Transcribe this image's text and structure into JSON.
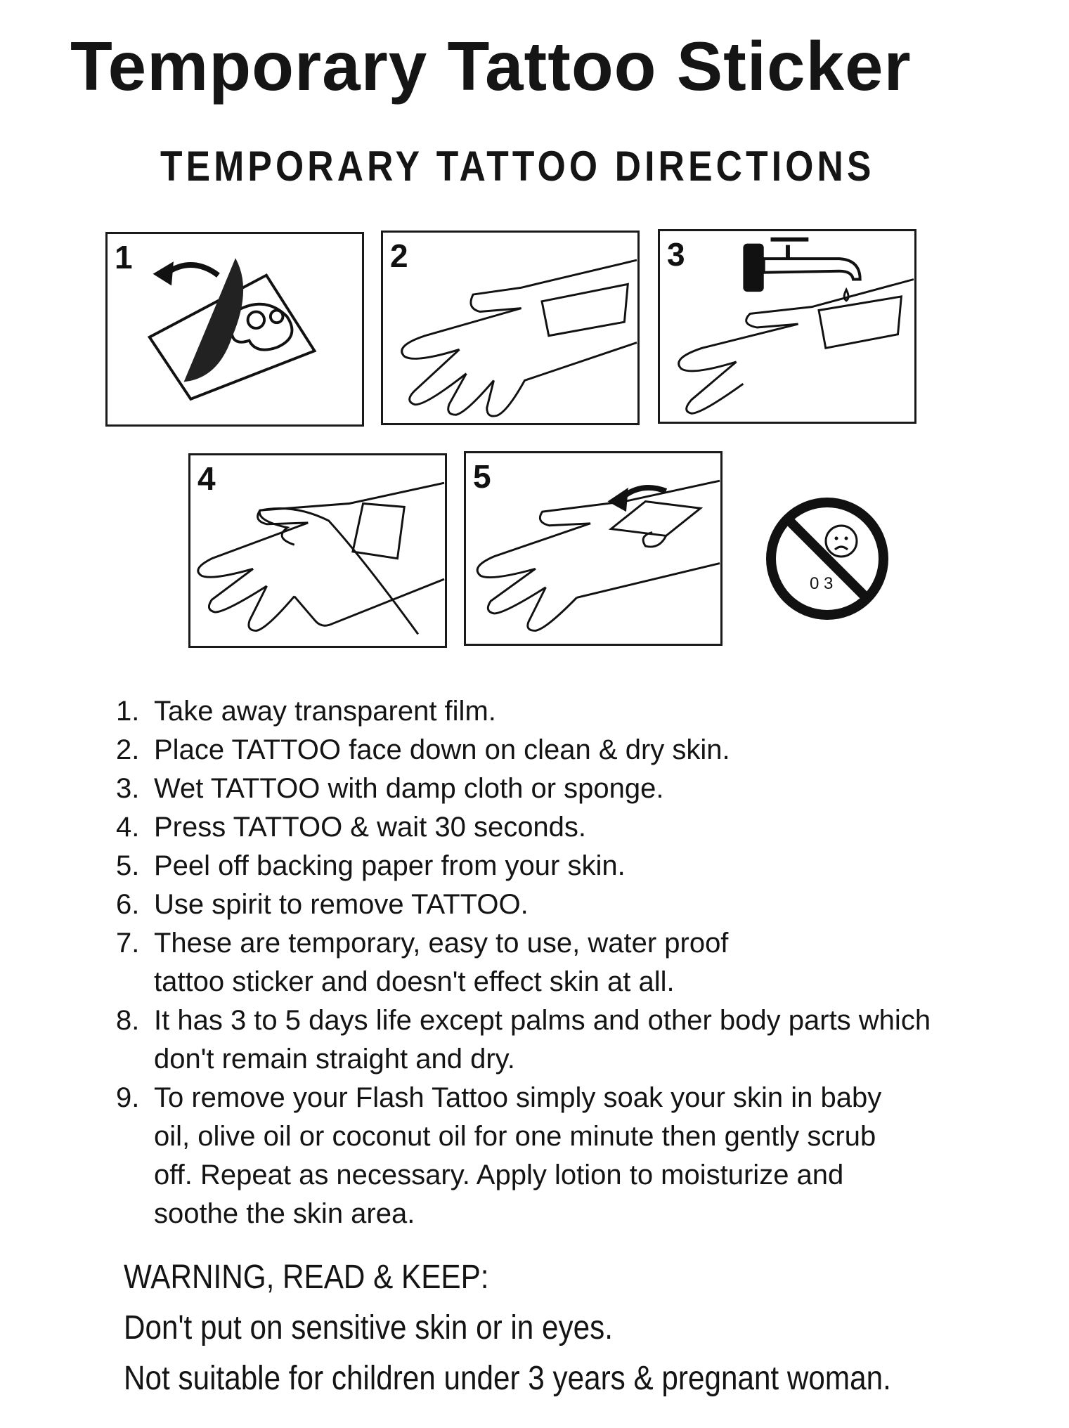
{
  "header": {
    "title": "Temporary Tattoo Sticker",
    "subtitle": "TEMPORARY TATTOO DIRECTIONS"
  },
  "panels": [
    {
      "number": "1",
      "icon": "peel-film-icon"
    },
    {
      "number": "2",
      "icon": "place-on-hand-icon"
    },
    {
      "number": "3",
      "icon": "wet-with-water-icon"
    },
    {
      "number": "4",
      "icon": "press-icon"
    },
    {
      "number": "5",
      "icon": "peel-backing-icon"
    }
  ],
  "age_sign": {
    "text": "0 3",
    "icon": "no-under-3-icon"
  },
  "instructions": [
    {
      "num": "1.",
      "text": "Take away transparent film."
    },
    {
      "num": "2.",
      "text": "Place TATTOO face down on clean & dry skin."
    },
    {
      "num": "3.",
      "text": "Wet TATTOO with damp cloth or sponge."
    },
    {
      "num": "4.",
      "text": "Press TATTOO & wait 30 seconds."
    },
    {
      "num": "5.",
      "text": "Peel off backing paper from your skin."
    },
    {
      "num": "6.",
      "text": "Use spirit to remove TATTOO."
    },
    {
      "num": "7.",
      "text": "These are temporary, easy to use, water proof tattoo sticker and doesn't effect skin at all."
    },
    {
      "num": "8.",
      "text": "It has 3 to 5 days life except palms and other body parts which don't remain straight and dry."
    },
    {
      "num": "9.",
      "text": "To remove your Flash Tattoo simply soak your skin in baby oil, olive oil or coconut oil for one minute then gently scrub off. Repeat as necessary. Apply lotion to moisturize and soothe the skin area."
    }
  ],
  "warning": {
    "heading": "WARNING, READ & KEEP:",
    "line1": "Don't put on sensitive skin or in eyes.",
    "line2": "Not suitable for children under 3 years & pregnant woman."
  }
}
